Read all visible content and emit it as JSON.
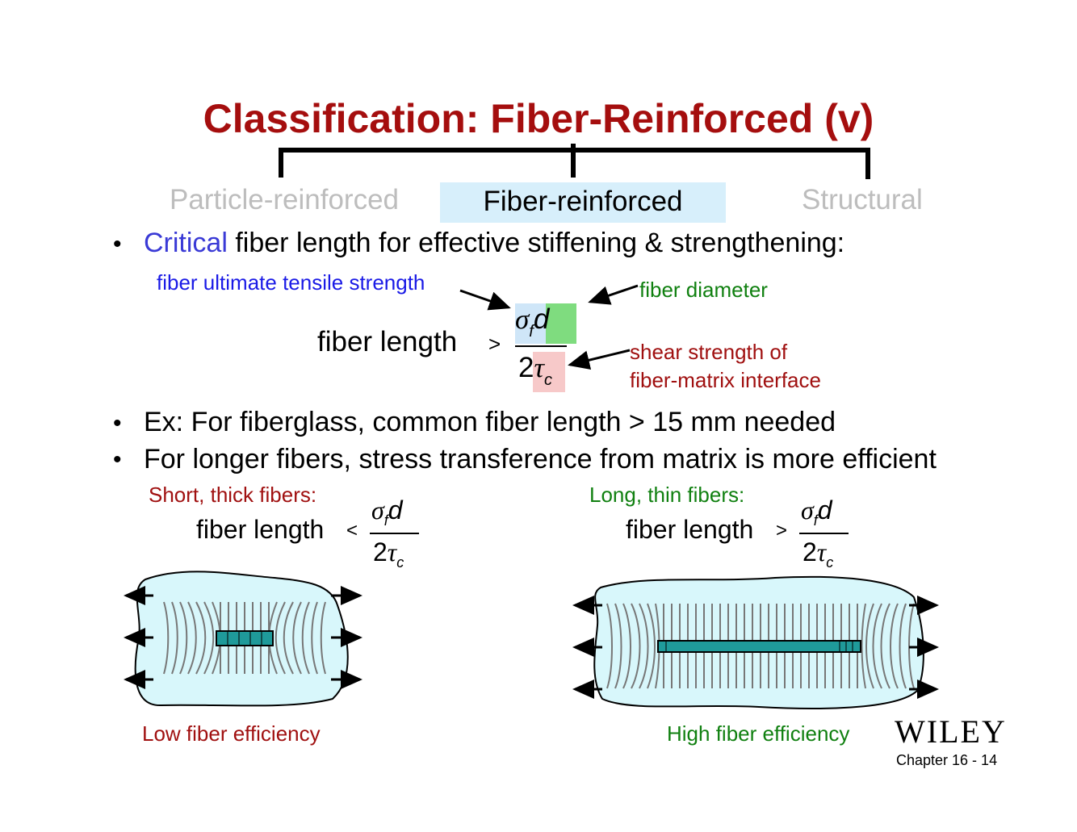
{
  "title": "Classification: Fiber-Reinforced (v)",
  "categories": {
    "particle": "Particle-reinforced",
    "fiber": "Fiber-reinforced",
    "structural": "Structural"
  },
  "bullets": {
    "b1_highlight": "Critical",
    "b1_rest": "fiber length for effective stiffening & strengthening:",
    "b2": "Ex: For fiberglass, common fiber length > 15 mm needed",
    "b3": "For longer fibers, stress transference from matrix is more efficient"
  },
  "bullet_symbol": "•",
  "formula": {
    "lhs": "fiber  length",
    "gt": ">",
    "lt": "<",
    "sigma": "σ",
    "f": "f",
    "d": "d",
    "two": "2",
    "tau": "τ",
    "c": "c"
  },
  "annotations": {
    "uts": "fiber ultimate tensile strength",
    "diameter": "fiber diameter",
    "shear1": "shear strength of",
    "shear2": "fiber-matrix interface"
  },
  "cases": {
    "short": "Short, thick fibers:",
    "long": "Long, thin fibers:",
    "low": "Low fiber efficiency",
    "high": "High fiber efficiency"
  },
  "publisher": "WILEY",
  "chapter": "Chapter 16 -  14",
  "colors": {
    "title": "#a50e0e",
    "highlight_box": "#d7effb",
    "sigma_box": "#cfe6f8",
    "d_box": "#7fdc7f",
    "tau_box": "#f7c9c9",
    "matrix_fill": "#d8f7fb",
    "fiber_fill": "#1f9a9a"
  }
}
